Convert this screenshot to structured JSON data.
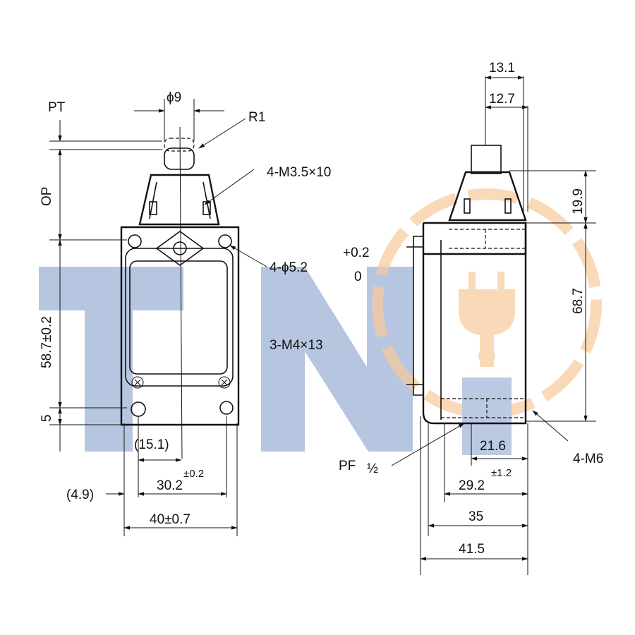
{
  "watermark": {
    "text": "TN",
    "color_blue": "#9fb3d6",
    "color_orange": "#f7c99a",
    "icon": "plug-icon"
  },
  "front_view": {
    "pt": "PT",
    "op": "OP",
    "phi9": "ϕ9",
    "r1": "R1",
    "m35": "4-M3.5×10",
    "phi52": "4-ϕ5.2",
    "tol_plus": "+0.2",
    "tol_zero": "0",
    "m4": "3-M4×13",
    "h587": "58.7±0.2",
    "h5": "5",
    "w151": "(15.1)",
    "tol02": "±0.2",
    "w302": "30.2",
    "w49": "(4.9)",
    "w40": "40±0.7"
  },
  "side_view": {
    "d131": "13.1",
    "d127": "12.7",
    "d199": "19.9",
    "d687": "68.7",
    "m6": "4-M6",
    "pf": "PF",
    "pf_frac": "½",
    "d216": "21.6",
    "tol12": "±1.2",
    "d292": "29.2",
    "d35": "35",
    "d415": "41.5"
  }
}
